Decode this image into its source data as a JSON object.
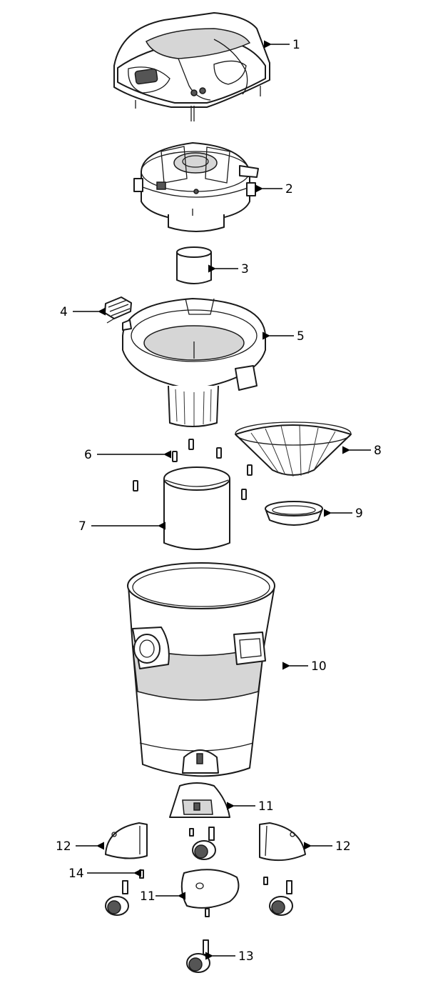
{
  "callouts": [
    {
      "id": "c1",
      "label": "1"
    },
    {
      "id": "c2",
      "label": "2"
    },
    {
      "id": "c3",
      "label": "3"
    },
    {
      "id": "c4",
      "label": "4"
    },
    {
      "id": "c5",
      "label": "5"
    },
    {
      "id": "c6",
      "label": "6"
    },
    {
      "id": "c7",
      "label": "7"
    },
    {
      "id": "c8",
      "label": "8"
    },
    {
      "id": "c9",
      "label": "9"
    },
    {
      "id": "c10",
      "label": "10"
    },
    {
      "id": "c11a",
      "label": "11"
    },
    {
      "id": "c12a",
      "label": "12"
    },
    {
      "id": "c12b",
      "label": "12"
    },
    {
      "id": "c14",
      "label": "14"
    },
    {
      "id": "c11b",
      "label": "11"
    },
    {
      "id": "c13",
      "label": "13"
    }
  ]
}
